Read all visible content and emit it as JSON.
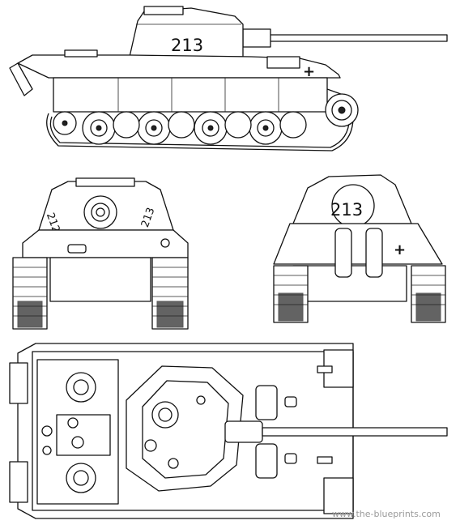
{
  "markings": {
    "side_number": "213",
    "rear_number": "213",
    "front_number_left": "212",
    "front_number_right": "213",
    "balkenkreuz": "+"
  },
  "watermark": "www.the-blueprints.com",
  "views": [
    "side-view",
    "front-view",
    "rear-view",
    "top-view"
  ]
}
